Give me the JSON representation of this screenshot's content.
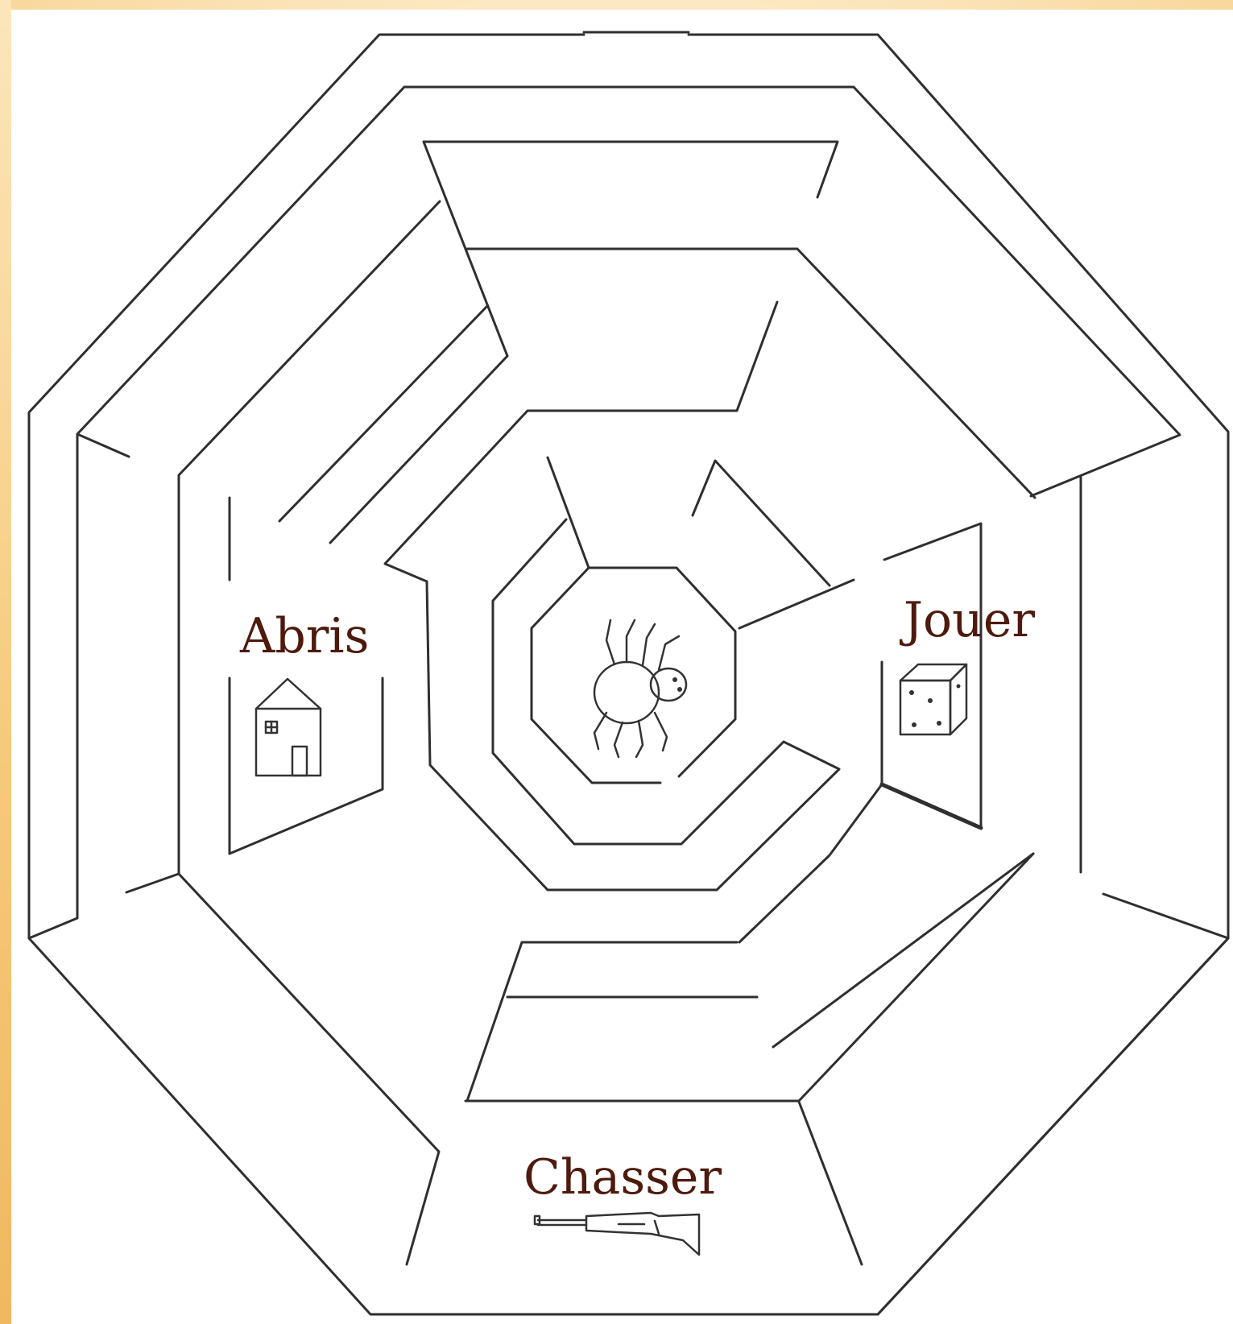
{
  "maze": {
    "destinations": [
      {
        "id": "shelter",
        "label": "Abris",
        "icon": "house-icon"
      },
      {
        "id": "play",
        "label": "Jouer",
        "icon": "dice-icon"
      },
      {
        "id": "hunt",
        "label": "Chasser",
        "icon": "rifle-icon"
      }
    ],
    "center_icon": "spider-icon"
  },
  "colors": {
    "label_text": "#4e1a0d",
    "walls": "#2f2f2f",
    "background": "#fce9c4",
    "board": "#ffffff"
  }
}
